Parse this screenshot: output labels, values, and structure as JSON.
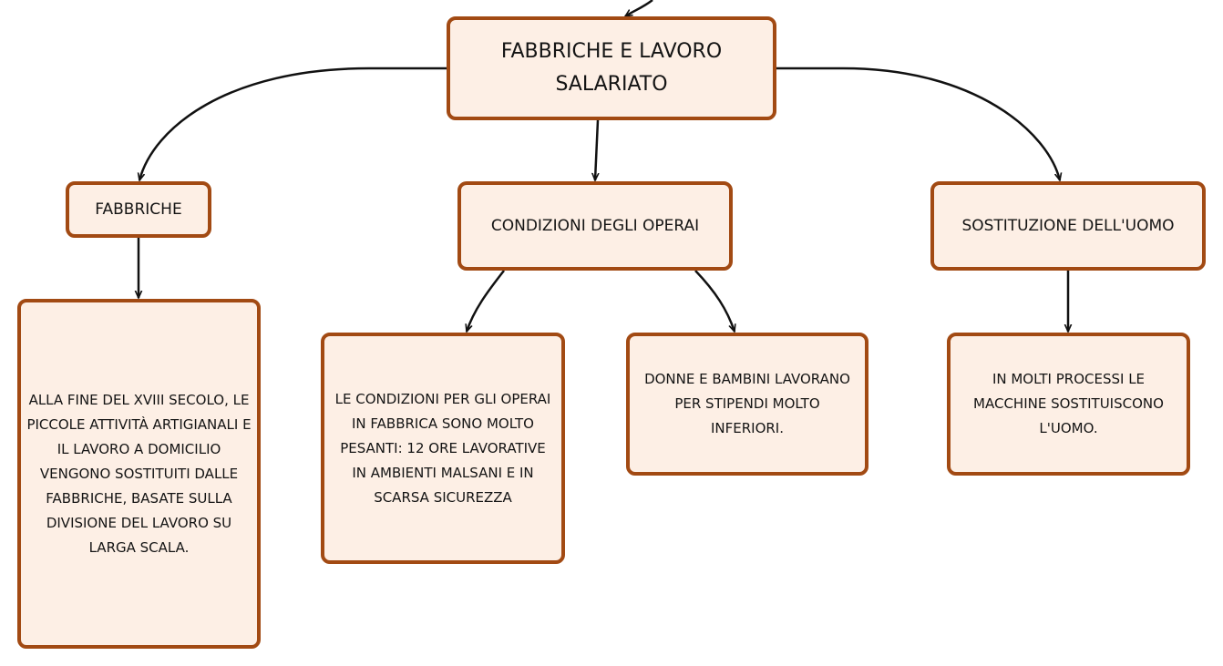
{
  "root": {
    "label": "FABBRICHE E LAVORO SALARIATO"
  },
  "branches": {
    "fabbriche": {
      "label": "FABBRICHE",
      "detail": "ALLA FINE DEL XVIII SECOLO, LE PICCOLE ATTIVITÀ ARTIGIANALI E IL LAVORO A DOMICILIO VENGONO SOSTITUITI DALLE FABBRICHE, BASATE SULLA DIVISIONE DEL LAVORO SU LARGA SCALA."
    },
    "condizioni": {
      "label": "CONDIZIONI DEGLI OPERAI",
      "detail": "LE CONDIZIONI PER GLI OPERAI IN FABBRICA SONO MOLTO PESANTI: 12 ORE LAVORATIVE IN AMBIENTI MALSANI E IN SCARSA SICUREZZA",
      "detail_2": "DONNE E BAMBINI LAVORANO PER STIPENDI MOLTO INFERIORI."
    },
    "sostituzione": {
      "label": "SOSTITUZIONE DELL'UOMO",
      "detail": "IN MOLTI PROCESSI LE MACCHINE SOSTITUISCONO L'UOMO."
    }
  },
  "colors": {
    "node_fill": "#fdefe5",
    "node_border": "#a24a13",
    "connector": "#111111",
    "text": "#141414"
  }
}
